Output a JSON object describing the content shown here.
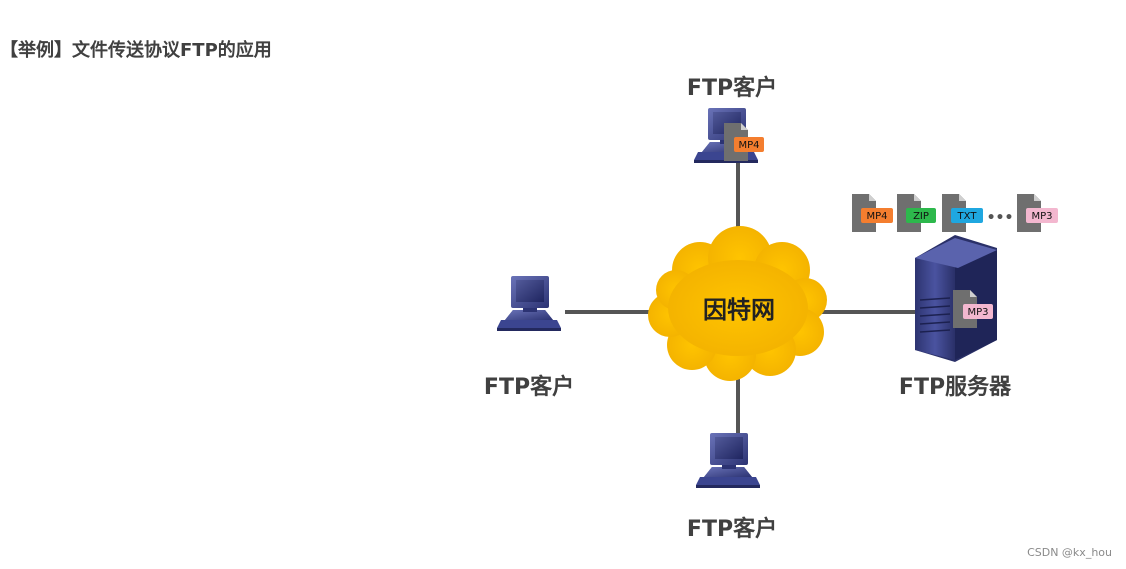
{
  "title": "【举例】文件传送协议FTP的应用",
  "cloud": {
    "label": "因特网",
    "color": "#f7b900"
  },
  "clients": {
    "top": "FTP客户",
    "left": "FTP客户",
    "bottom": "FTP客户"
  },
  "server": {
    "label": "FTP服务器"
  },
  "files": {
    "client_file": "MP4",
    "server_files": [
      "MP4",
      "ZIP",
      "TXT",
      "MP3"
    ],
    "server_disk_file": "MP3",
    "ellipsis": "•••"
  },
  "colors": {
    "mp4": "#f47e2f",
    "zip": "#2db84c",
    "txt": "#1fa7e0",
    "mp3": "#f3b7cf",
    "device": "#3a4488",
    "link": "#555555"
  },
  "watermark": "CSDN @kx_hou"
}
